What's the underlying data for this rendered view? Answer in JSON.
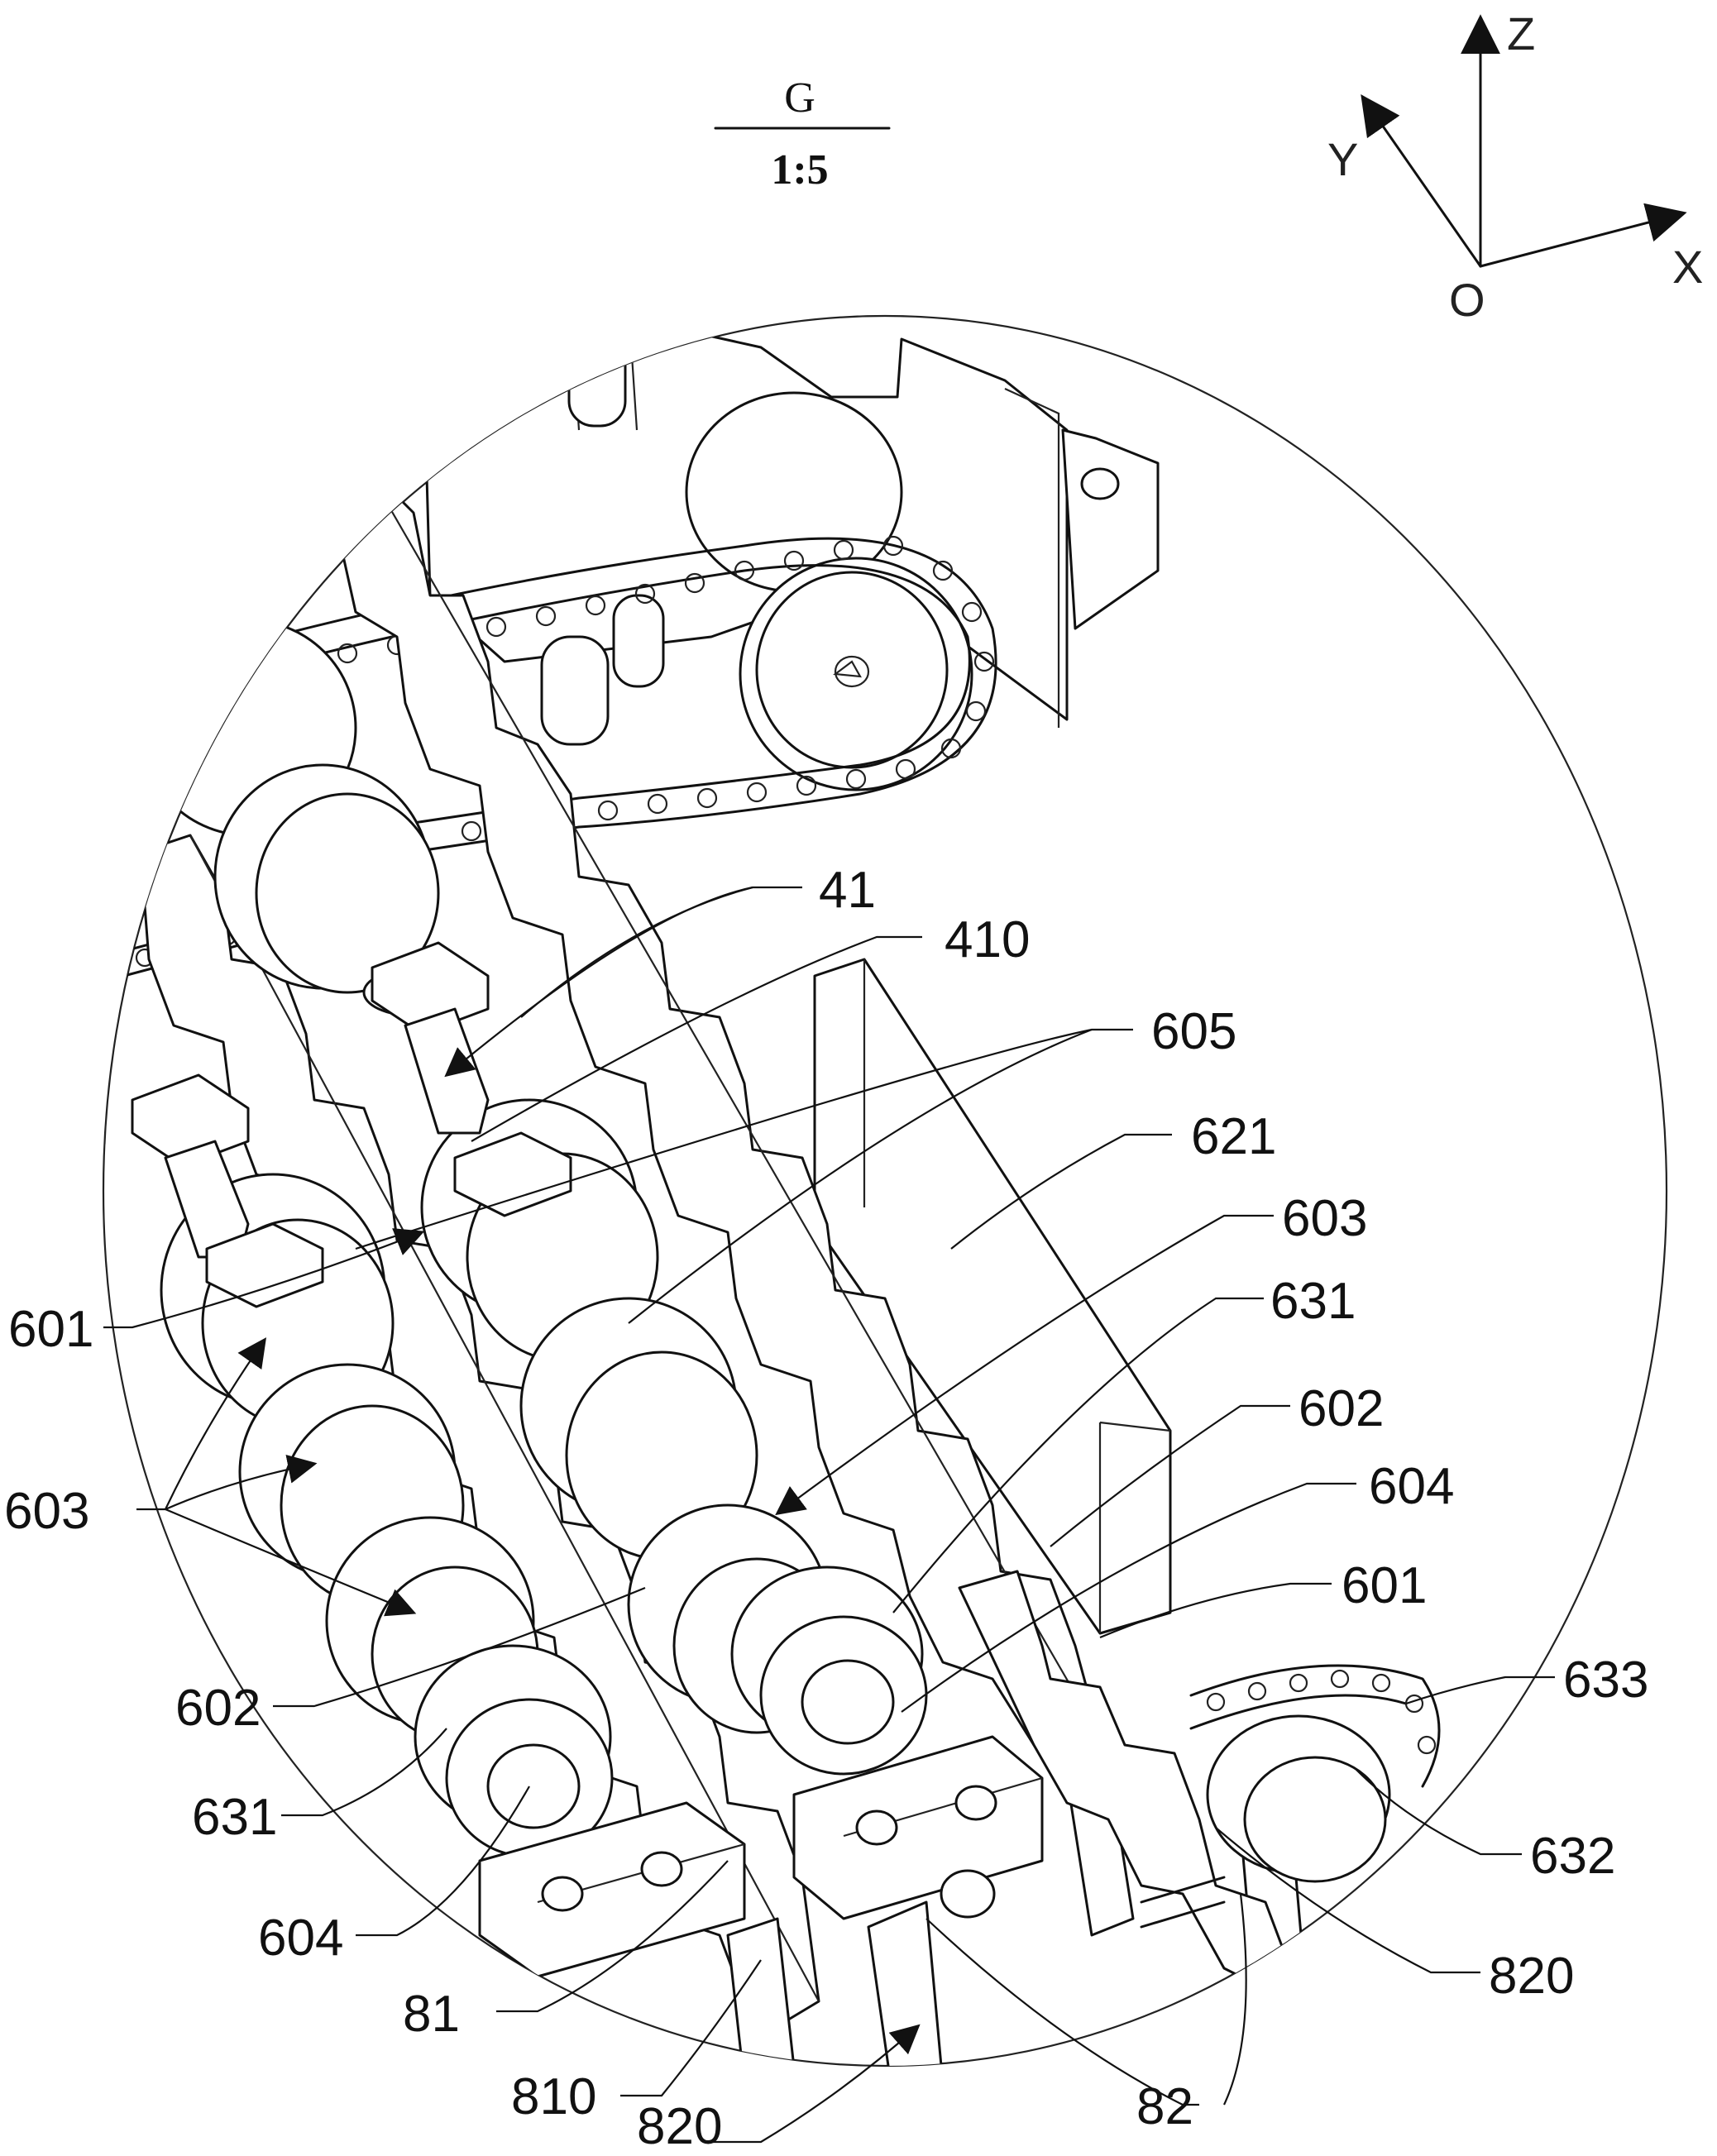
{
  "view": {
    "title": "G",
    "scale": "1:5"
  },
  "axes": {
    "z": "Z",
    "y": "Y",
    "x": "X",
    "origin": "O"
  },
  "labels": [
    "41",
    "410",
    "605",
    "621",
    "603",
    "631",
    "602",
    "604",
    "601",
    "633",
    "632",
    "820",
    "82",
    "820",
    "810",
    "81",
    "604",
    "631",
    "602",
    "603",
    "601"
  ]
}
